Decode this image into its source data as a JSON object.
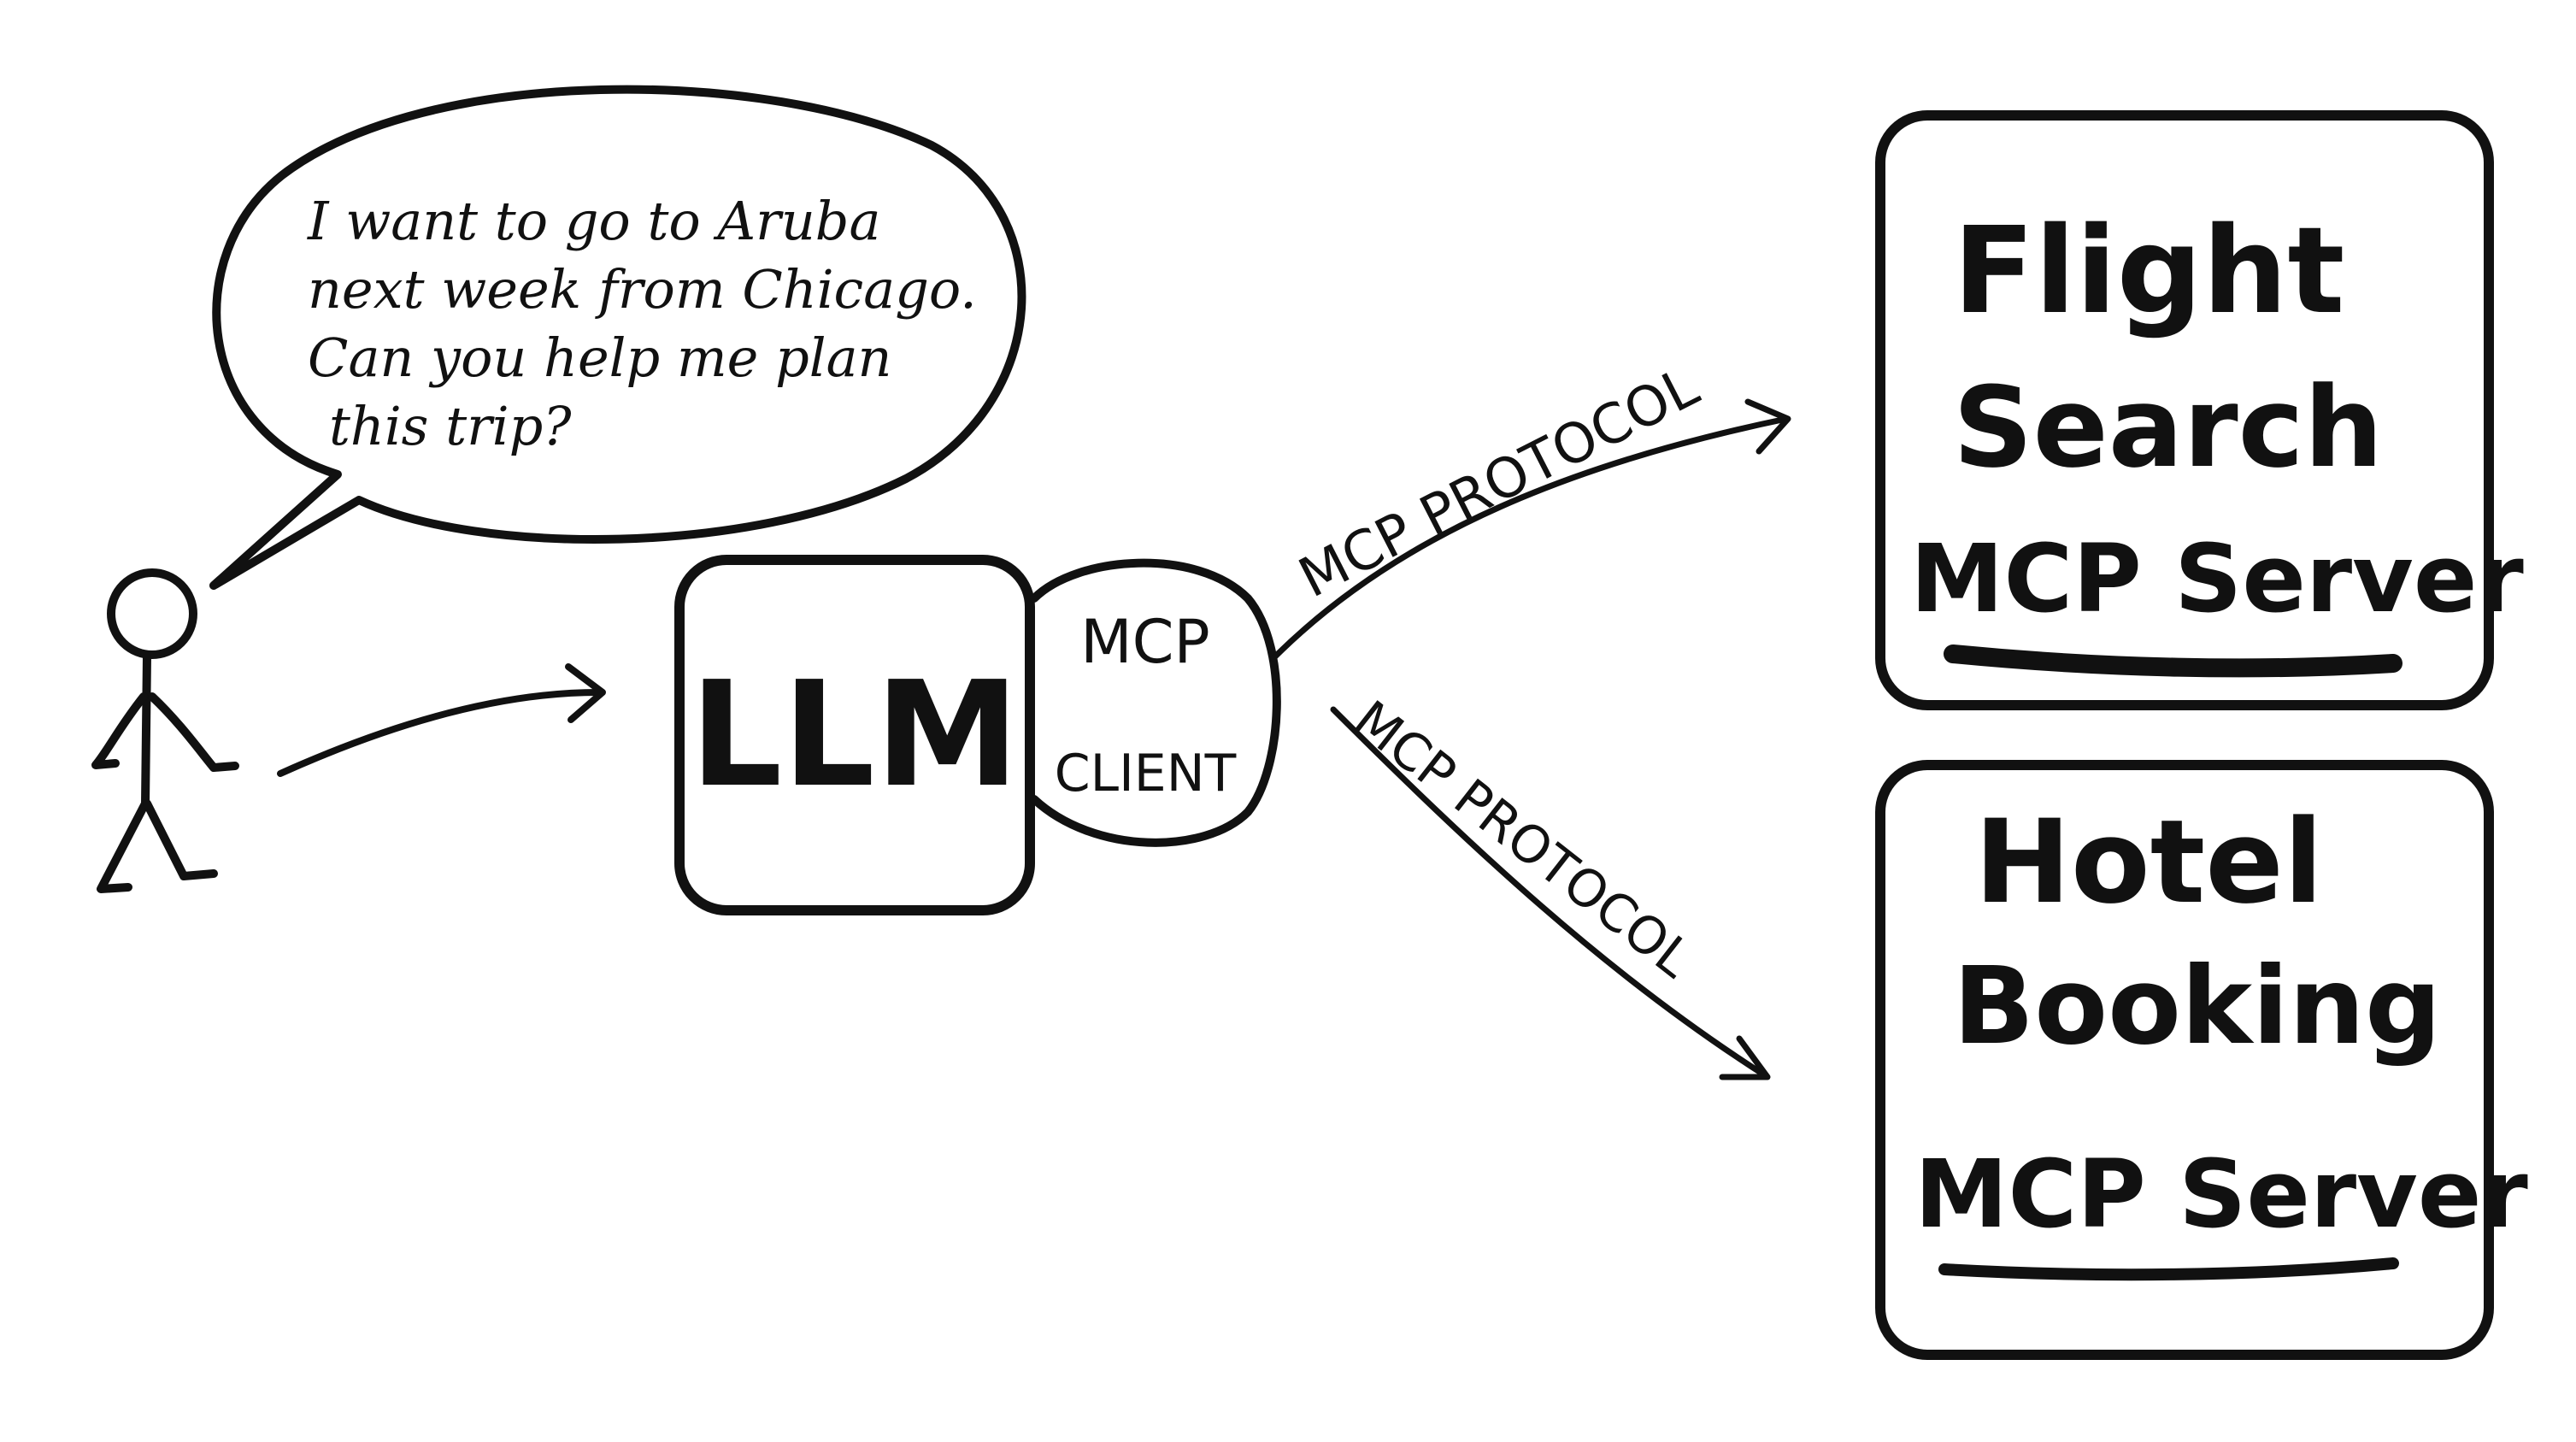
{
  "speech": {
    "lines": [
      "I want to go to Aruba",
      "next week from Chicago.",
      "Can you help me plan",
      "this  trip?"
    ]
  },
  "llm": {
    "label": "LLM"
  },
  "client": {
    "line1": "MCP",
    "line2": "CLIENT"
  },
  "protocol": {
    "top_label": "MCP PROTOCOL",
    "bottom_label": "MCP PROTOCOL"
  },
  "servers": {
    "flight": {
      "line1": "Flight",
      "line2": "Search",
      "label": "MCP Server"
    },
    "hotel": {
      "line1": "Hotel",
      "line2": "Booking",
      "label": "MCP Server"
    }
  },
  "colors": {
    "ink": "#111111",
    "background": "#ffffff"
  }
}
